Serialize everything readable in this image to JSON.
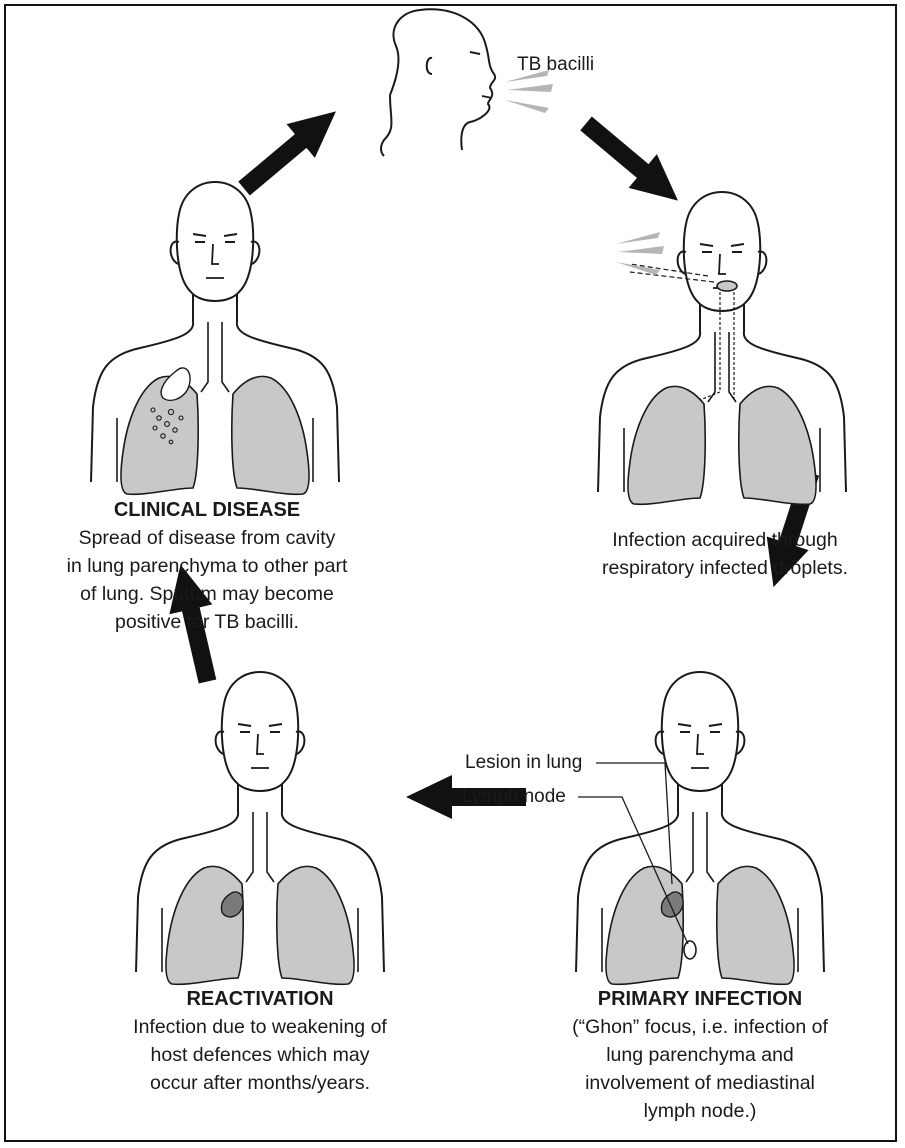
{
  "colors": {
    "lung_fill": "#c8c8c8",
    "lesion_fill": "#7a7a7a",
    "outline": "#1a1a1a",
    "arrow": "#111111",
    "droplet": "#b5b5b5"
  },
  "source": {
    "label": "TB bacilli"
  },
  "stages": {
    "infection": {
      "lines": [
        "Infection acquired through",
        "respiratory infected droplets."
      ]
    },
    "primary": {
      "title": "PRIMARY INFECTION",
      "lines": [
        "(“Ghon” focus, i.e. infection of",
        "lung parenchyma and",
        "involvement of mediastinal",
        "lymph node.)"
      ],
      "label_lesion": "Lesion in lung",
      "label_node": "Lymph node"
    },
    "reactivation": {
      "title": "REACTIVATION",
      "lines": [
        "Infection due to weakening of",
        "host defences which may",
        "occur after months/years."
      ]
    },
    "clinical": {
      "title": "CLINICAL DISEASE",
      "lines": [
        "Spread of disease from cavity",
        "in lung parenchyma to other part",
        "of lung. Sputum may become",
        "positive for TB bacilli."
      ]
    }
  },
  "icons": [
    "head-profile-icon",
    "torso-lungs-icon",
    "arrow-icon",
    "droplet-spray-icon"
  ]
}
